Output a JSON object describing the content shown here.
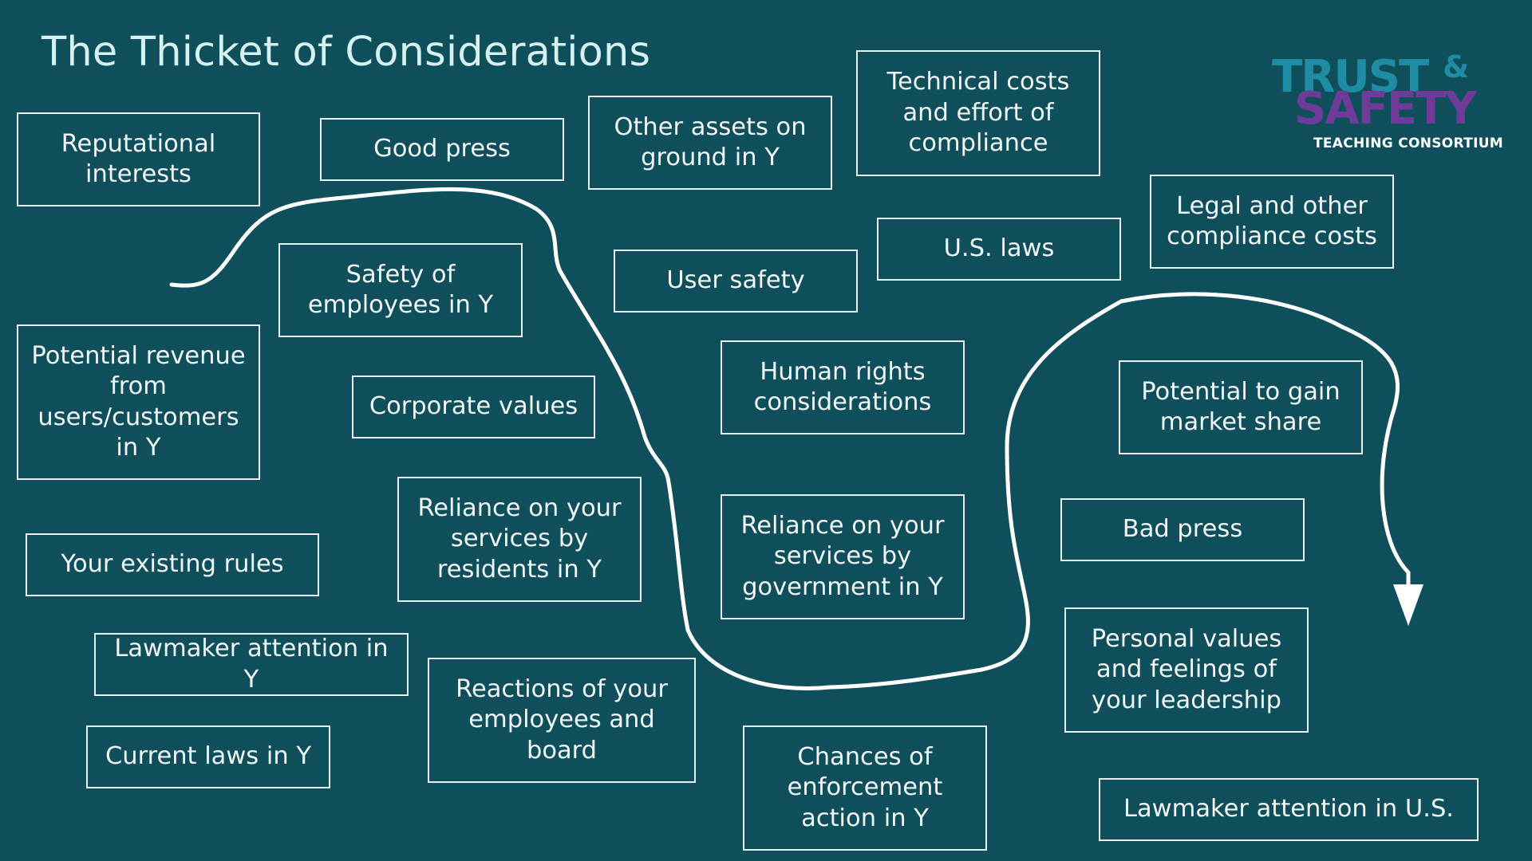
{
  "slide": {
    "title": "The Thicket of Considerations",
    "logo": {
      "line1": "TRUST",
      "ampersand": "&",
      "line2": "SAFETY",
      "line3": "TEACHING CONSORTIUM"
    },
    "boxes": {
      "reputational": "Reputational interests",
      "good_press": "Good press",
      "other_assets": "Other assets on ground in Y",
      "technical_costs": "Technical costs and effort of compliance",
      "legal_costs": "Legal and other compliance costs",
      "safety_employees": "Safety of employees in Y",
      "user_safety": "User safety",
      "us_laws": "U.S. laws",
      "potential_revenue": "Potential revenue from users/customers in Y",
      "corporate_values": "Corporate values",
      "human_rights": "Human rights considerations",
      "market_share": "Potential to gain market share",
      "reliance_residents": "Reliance on your services by residents in Y",
      "reliance_government": "Reliance on your services by government in Y",
      "bad_press": "Bad press",
      "existing_rules": "Your existing rules",
      "lawmaker_y": "Lawmaker attention in Y",
      "reactions": "Reactions of your employees and board",
      "personal_values": "Personal values and feelings of your leadership",
      "current_laws": "Current laws in Y",
      "enforcement": "Chances of enforcement action in Y",
      "lawmaker_us": "Lawmaker attention in U.S."
    },
    "colors": {
      "background": "#0f4f5b",
      "box_border": "#e9f2f4",
      "title_text": "#d5f1f0",
      "logo_teal": "#1e8ca2",
      "logo_purple": "#6e3b98"
    }
  }
}
